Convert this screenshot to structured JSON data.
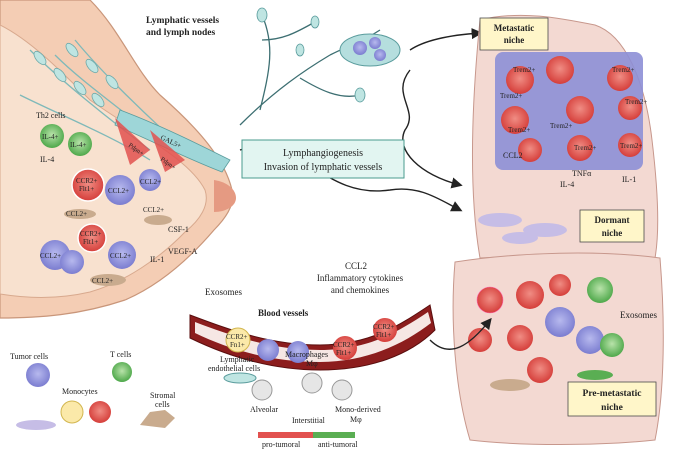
{
  "colors": {
    "tumor": "#8d8fd6",
    "macrophage_pro": "#e2514f",
    "macrophage_anti": "#5aae53",
    "tcell": "#7fc18a",
    "lymphatic": "#9ed6d8",
    "lung": "#f3d9d2",
    "skin": "#f4cdb4",
    "vessel": "#8c1d1d",
    "niche_box": "#fff6c9",
    "lymphangio_box": "#e2f5f1"
  },
  "top": {
    "lymph_title_1": "Lymphatic vessels",
    "lymph_title_2": "and lymph nodes",
    "metastatic_niche": "Metastatic",
    "metastatic_niche_2": "niche",
    "lymphangio_1": "Lymphangiogenesis",
    "lymphangio_2": "Invasion of lymphatic vessels"
  },
  "breast": {
    "th2": "Th2 cells",
    "il4_cell_1": "IL-4+",
    "il4_cell_2": "IL-4+",
    "il4": "IL-4",
    "gal5": "GAL5+",
    "pdpn1": "Pdpn+",
    "pdpn2": "Pdpn+",
    "ccr2_flt1_a": "CCR2+",
    "ccr2_flt1_a2": "Flt1+",
    "ccl2_a": "CCL2+",
    "ccl2_b": "CCL2+",
    "ccl2_c": "CCL2+",
    "ccl2_d": "CCL2+",
    "ccl2_e": "CCL2+",
    "ccl2_f": "CCL2+",
    "ccr2_flt1_b": "CCR2+",
    "ccr2_flt1_b2": "Flt1+",
    "csf1": "CSF-1",
    "il1": "IL-1",
    "vegfa": "VEGF-A"
  },
  "lung": {
    "trem": [
      "Trem2+",
      "Trem2+",
      "Trem2+",
      "Trem2+",
      "Trem2+",
      "Trem2+",
      "Trem2+",
      "Trem2+"
    ],
    "ccl2": "CCL2",
    "tnfa": "TNFα",
    "il4": "IL-4",
    "il1": "IL-1",
    "dormant_1": "Dormant",
    "dormant_2": "niche",
    "exosomes": "Exosomes",
    "premet_1": "Pre-metastatic",
    "premet_2": "niche"
  },
  "blood": {
    "exosomes": "Exosomes",
    "ccl2": "CCL2",
    "inflam_1": "Inflammatory cytokines",
    "inflam_2": "and chemokines",
    "title": "Blood vessels",
    "ccr2_fn1_1": "CCR2+",
    "ccr2_fn1_2": "Fn1+",
    "ccr2_flt1_a1": "CCR2+",
    "ccr2_flt1_a2": "Flt1+",
    "ccr2_flt1_b1": "CCR2+",
    "ccr2_flt1_b2": "Flt1+"
  },
  "legend": {
    "tumor": "Tumor cells",
    "monocytes": "Monocytes",
    "tcells": "T cells",
    "stromal_1": "Stromal",
    "stromal_2": "cells",
    "lymph_1": "Lymphatic",
    "lymph_2": "endothelial cells",
    "macro_1": "Macrophages",
    "macro_2": "Mφ",
    "alveolar": "Alveolar",
    "interstitial": "Interstitial",
    "mono_1": "Mono-derived",
    "mono_2": "Mφ",
    "pro": "pro-tumoral",
    "anti": "anti-tumoral"
  }
}
